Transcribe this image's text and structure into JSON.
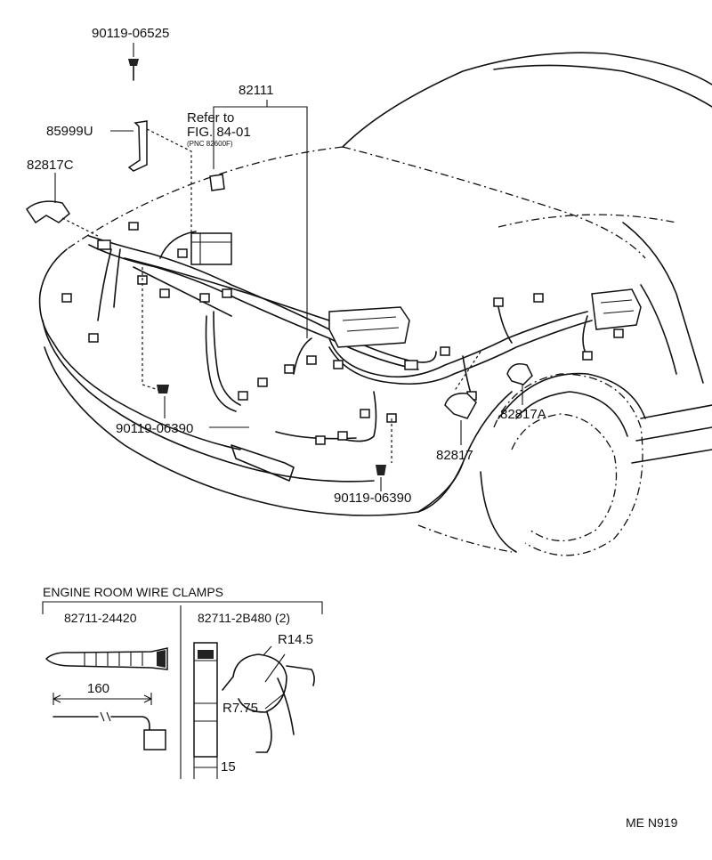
{
  "callouts": {
    "bolt_top": "90119-06525",
    "bracket": "85999U",
    "clamp_left": "82817C",
    "harness": "82111",
    "refer_line1": "Refer to",
    "refer_line2": "FIG. 84-01",
    "refer_line3": "(PNC 82600F)",
    "bolt_mid": "90119-06390",
    "bolt_low": "90119-06390",
    "clamp_center": "82817",
    "clamp_right": "82817A"
  },
  "clamps_section": {
    "title": "ENGINE ROOM WIRE CLAMPS",
    "left_part": "82711-24420",
    "right_part": "82711-2B480 (2)",
    "dim_length": "160",
    "dim_width": "15",
    "dim_r_large": "R14.5",
    "dim_r_small": "R7.75"
  },
  "footer_code": "ME N919"
}
